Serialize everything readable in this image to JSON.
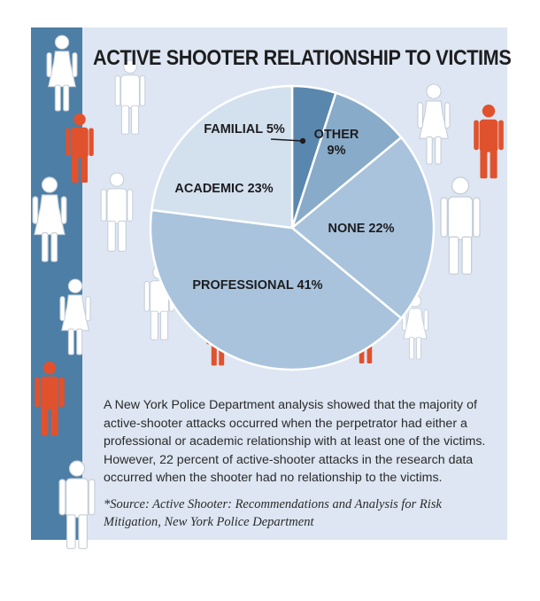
{
  "title": "ACTIVE SHOOTER RELATIONSHIP TO VICTIMS",
  "description": "A New York Police Department analysis showed that the majority of active-shooter attacks occurred when the perpetrator had either a professional or academic relationship with at least one of the victims. However, 22 percent of active-shooter attacks in the research data occurred when the shooter had no relationship to the victims.",
  "source": "*Source: Active Shooter: Recommendations and Analysis for Risk Mitigation, New York Police Department",
  "colors": {
    "panel": "#dde6f2",
    "stripe": "#4c7ea6",
    "figure_white": "#ffffff",
    "figure_red": "#e0522d",
    "slice_dark": "#5a87ad",
    "slice_mid": "#88abc9",
    "slice_light": "#a9c3dc",
    "slice_pale": "#d3e0ee",
    "label_text": "#1d1d1f"
  },
  "chart_data": {
    "type": "pie",
    "title": "ACTIVE SHOOTER RELATIONSHIP TO VICTIMS",
    "slices": [
      {
        "label": "FAMILIAL",
        "value": 5,
        "display": "FAMILIAL 5%",
        "color": "#5a87ad"
      },
      {
        "label": "OTHER",
        "value": 9,
        "display": "OTHER 9%",
        "color": "#88abc9"
      },
      {
        "label": "NONE",
        "value": 22,
        "display": "NONE 22%",
        "color": "#a9c3dc"
      },
      {
        "label": "PROFESSIONAL",
        "value": 41,
        "display": "PROFESSIONAL 41%",
        "color": "#a9c3dc"
      },
      {
        "label": "ACADEMIC",
        "value": 23,
        "display": "ACADEMIC 23%",
        "color": "#d3e0ee"
      }
    ],
    "start": "12 o'clock",
    "direction": "clockwise",
    "legend": "none"
  }
}
